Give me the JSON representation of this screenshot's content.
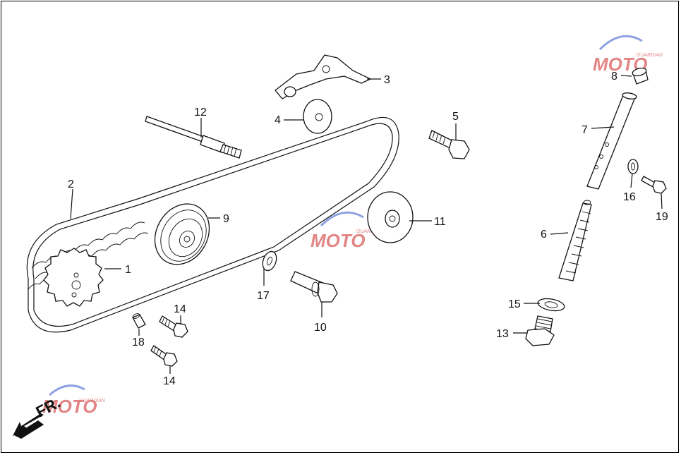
{
  "diagram": {
    "callouts": [
      {
        "id": "1",
        "label": "1"
      },
      {
        "id": "2",
        "label": "2"
      },
      {
        "id": "3",
        "label": "3"
      },
      {
        "id": "4",
        "label": "4"
      },
      {
        "id": "5",
        "label": "5"
      },
      {
        "id": "6",
        "label": "6"
      },
      {
        "id": "7",
        "label": "7"
      },
      {
        "id": "8",
        "label": "8"
      },
      {
        "id": "9",
        "label": "9"
      },
      {
        "id": "10",
        "label": "10"
      },
      {
        "id": "11",
        "label": "11"
      },
      {
        "id": "12",
        "label": "12"
      },
      {
        "id": "13",
        "label": "13"
      },
      {
        "id": "14a",
        "label": "14"
      },
      {
        "id": "14b",
        "label": "14"
      },
      {
        "id": "15",
        "label": "15"
      },
      {
        "id": "16",
        "label": "16"
      },
      {
        "id": "17",
        "label": "17"
      },
      {
        "id": "18",
        "label": "18"
      },
      {
        "id": "19",
        "label": "19"
      }
    ],
    "direction_label": "FR.",
    "watermark": {
      "text": "MOTO",
      "subtext": "GUARDIAN",
      "colors": {
        "blue": "#3355cc",
        "red": "#cc2222",
        "gray": "#999999"
      }
    }
  }
}
